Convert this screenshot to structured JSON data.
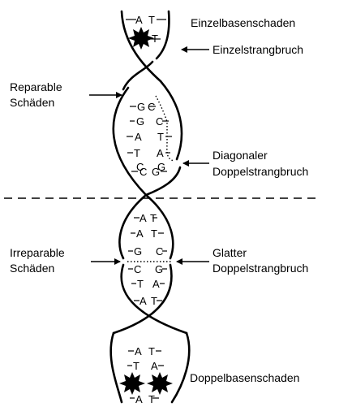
{
  "labels": {
    "einzelbasenschaden": "Einzelbasenschaden",
    "einzelstrangbruch": "Einzelstrangbruch",
    "reparable_line1": "Reparable",
    "reparable_line2": "Schäden",
    "diagonaler_line1": "Diagonaler",
    "diagonaler_line2": "Doppelstrangbruch",
    "irreparable_line1": "Irreparable",
    "irreparable_line2": "Schäden",
    "glatter_line1": "Glatter",
    "glatter_line2": "Doppelstrangbruch",
    "doppelbasenschaden": "Doppelbasenschaden"
  },
  "base_pairs": {
    "top_segment": [
      [
        "A",
        "T"
      ],
      [
        "",
        "T"
      ]
    ],
    "reparable_segment": [
      [
        "G",
        "C"
      ],
      [
        "G",
        "C"
      ],
      [
        "A",
        "T"
      ],
      [
        "T",
        "A"
      ],
      [
        "C",
        "G"
      ],
      [
        "C",
        "G"
      ]
    ],
    "irreparable_segment": [
      [
        "A",
        "T"
      ],
      [
        "A",
        "T"
      ],
      [
        "G",
        "C"
      ],
      [
        "C",
        "G"
      ],
      [
        "T",
        "A"
      ],
      [
        "A",
        "T"
      ]
    ],
    "bottom_segment": [
      [
        "A",
        "T"
      ],
      [
        "T",
        "A"
      ],
      [
        "",
        ""
      ],
      [
        "A",
        "T"
      ]
    ]
  },
  "colors": {
    "ink": "#000000",
    "background": "#ffffff"
  }
}
